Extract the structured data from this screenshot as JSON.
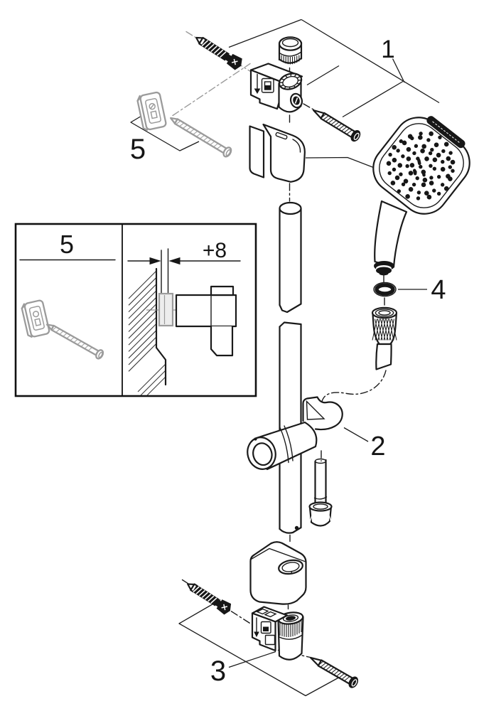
{
  "diagram": {
    "description": "Exploded installation diagram of a wall-mounted shower rail set: hand shower, rail, glide holder, wall brackets, screws and wall plugs",
    "background_color": "#ffffff",
    "line_color": "#1a1a1a",
    "secondary_line_color": "#9b9b9b",
    "part_labels": {
      "top_bracket_assembly": "1",
      "glide_holder": "2",
      "bottom_bracket_assembly": "3",
      "washer": "4",
      "wall_plug": "5"
    },
    "inset": {
      "panel_label": "5",
      "offset_dimension": "+8"
    }
  }
}
